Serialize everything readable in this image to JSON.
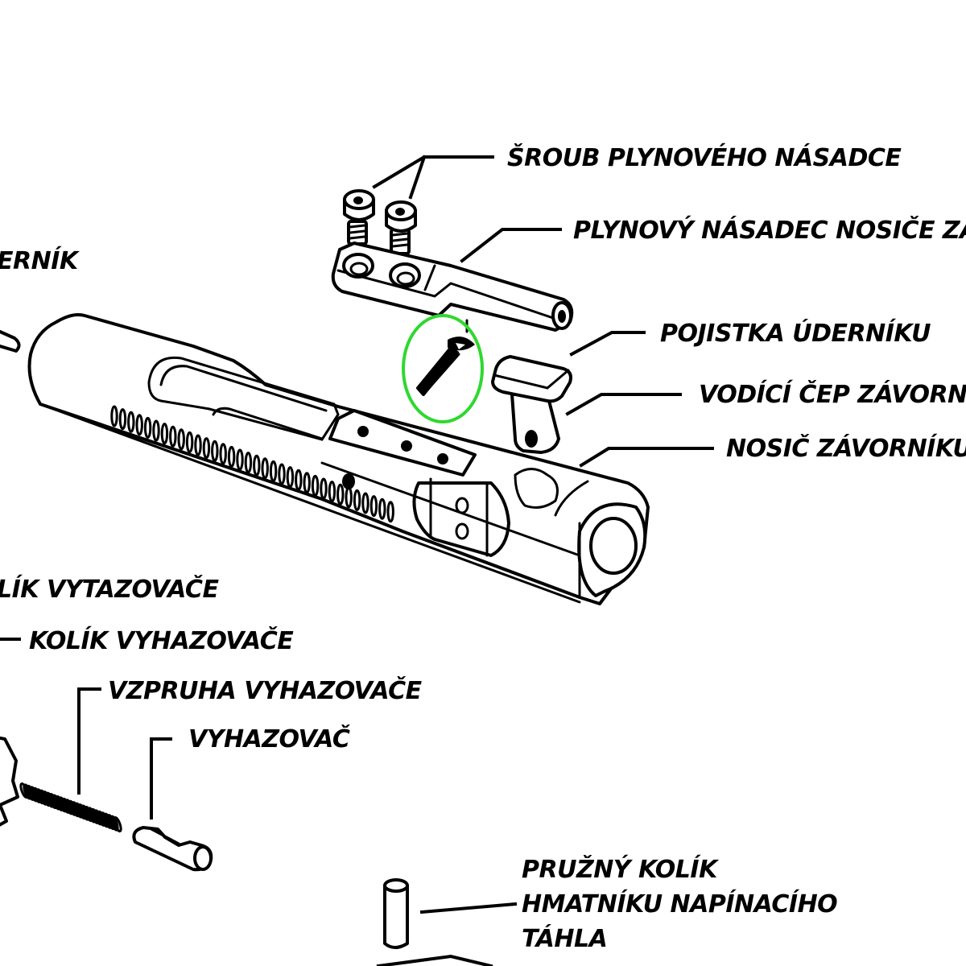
{
  "diagram": {
    "type": "exploded-parts-view",
    "subject": "bolt carrier group",
    "highlight_color": "#2fd82f",
    "highlighted_part": "pojistka-udernik",
    "labels": {
      "gas_key_screw": "ŠROUB PLYNOVÉHO NÁSADCE",
      "gas_key": "PLYNOVÝ NÁSADEC NOSIČE ZÁVO",
      "firing_pin_retainer": "POJISTKA ÚDERNÍKU",
      "cam_pin": "VODÍCÍ ČEP ZÁVORNÍKU",
      "bolt_carrier": "NOSIČ ZÁVORNÍKU",
      "firing_pin": "ERNÍK",
      "extractor_pin": "LÍK VYTAZOVAČE",
      "ejector_pin": "KOLÍK VYHAZOVAČE",
      "ejector_spring": "VZPRUHA VYHAZOVAČE",
      "ejector": "VYHAZOVAČ",
      "charging_handle_pin_line1": "PRUŽNÝ KOLÍK",
      "charging_handle_pin_line2": "HMATNÍKU NAPÍNACÍHO",
      "charging_handle_pin_line3": "TÁHLA"
    }
  }
}
